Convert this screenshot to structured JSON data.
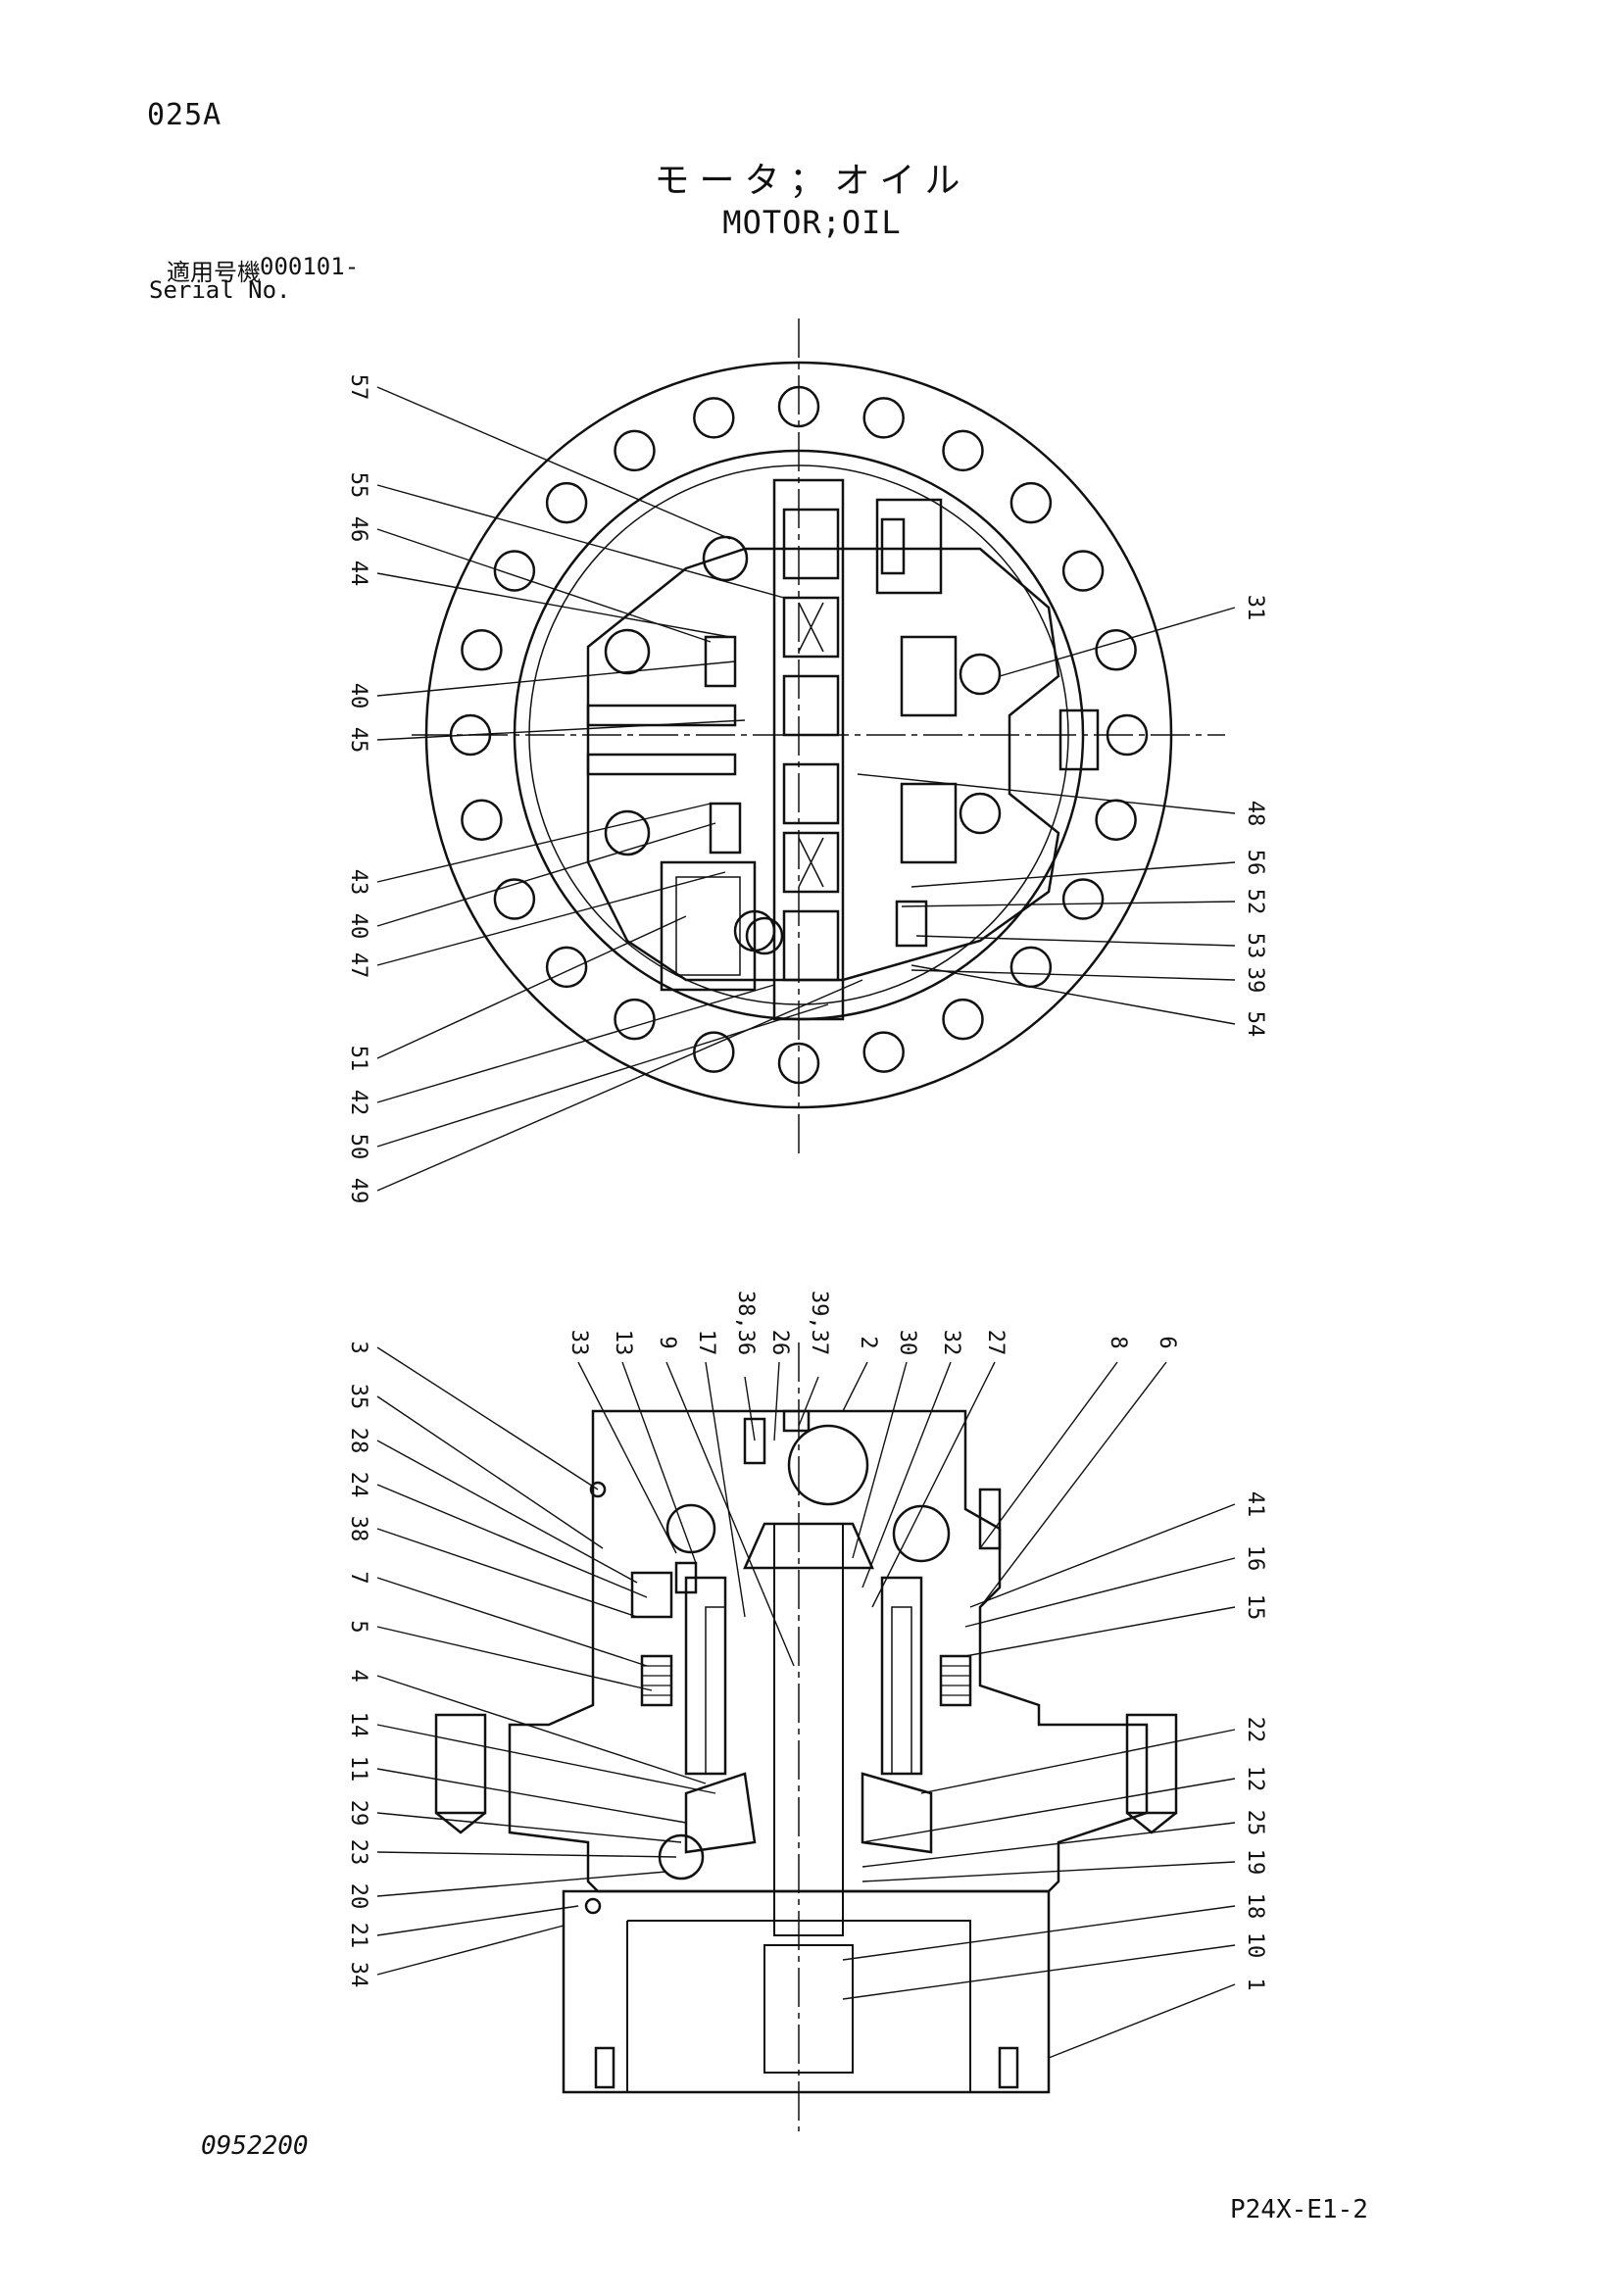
{
  "header": {
    "page_code": "025A",
    "title_jp": "モータ；オイル",
    "title_en": "MOTOR;OIL",
    "serial_label_jp": "適用号機",
    "serial_value": "000101-",
    "serial_label_en": "Serial No."
  },
  "footer": {
    "doc_number": "0952200",
    "sheet_ref": "P24X-E1-2"
  },
  "top_view": {
    "left_labels": [
      "57",
      "55",
      "46",
      "44",
      "40",
      "45",
      "43",
      "40",
      "47",
      "51",
      "42",
      "50",
      "49"
    ],
    "right_labels": [
      "31",
      "48",
      "56",
      "52",
      "53",
      "39",
      "54"
    ]
  },
  "side_view": {
    "top_labels": [
      "33",
      "13",
      "9",
      "17",
      "38,36",
      "26",
      "39,37",
      "2",
      "30",
      "32",
      "27",
      "8",
      "6"
    ],
    "left_labels": [
      "3",
      "35",
      "28",
      "24",
      "38",
      "7",
      "5",
      "4",
      "14",
      "11",
      "29",
      "23",
      "20",
      "21",
      "34"
    ],
    "right_labels": [
      "41",
      "16",
      "15",
      "22",
      "12",
      "25",
      "19",
      "18",
      "10",
      "1"
    ]
  },
  "colors": {
    "ink": "#111111",
    "paper": "#ffffff"
  }
}
